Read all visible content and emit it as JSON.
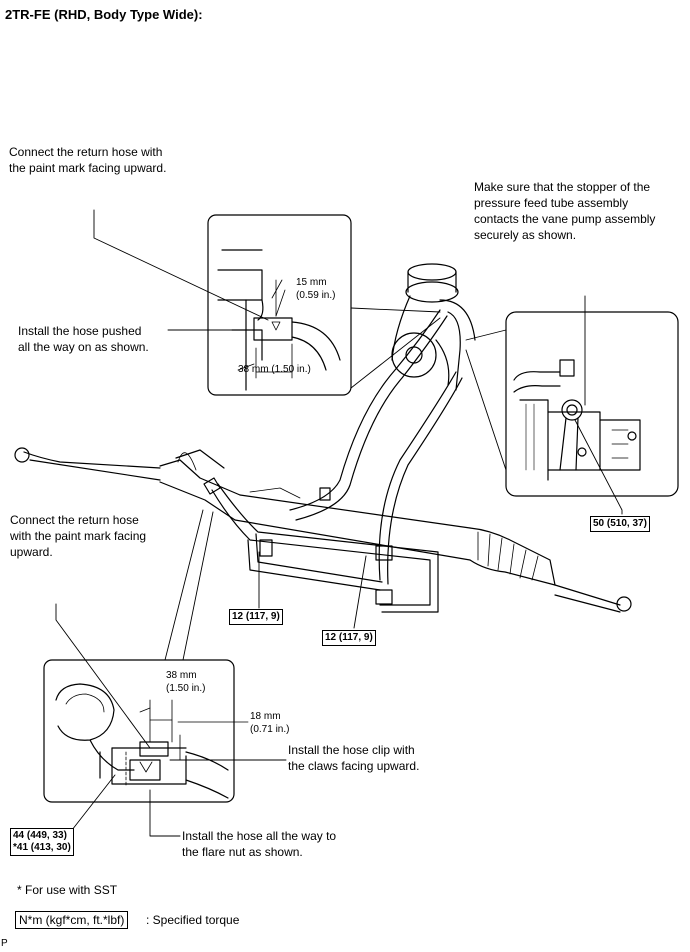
{
  "title": "2TR-FE (RHD, Body Type Wide):",
  "notes": {
    "return_hose_top": "Connect the return hose with\nthe paint mark facing upward.",
    "stopper": "Make sure that the stopper of the\npressure feed tube assembly\ncontacts the vane pump assembly\nsecurely as shown.",
    "install_pushed": "Install the hose pushed\nall the way on as shown.",
    "return_hose_left": "Connect the return hose\nwith the paint mark facing\nupward.",
    "hose_clip": "Install the hose clip with\nthe claws facing upward.",
    "flare_nut": "Install the hose all the way to\nthe flare nut as shown."
  },
  "dimensions": {
    "d15": "15 mm",
    "d15_in": "(0.59 in.)",
    "d38_top": "38 mm (1.50 in.)",
    "d38": "38 mm",
    "d38_in": "(1.50 in.)",
    "d18": "18 mm",
    "d18_in": "(0.71 in.)"
  },
  "torques": {
    "t50": "50 (510, 37)",
    "t12a": "12 (117, 9)",
    "t12b": "12 (117, 9)",
    "t44": "44 (449, 33)",
    "t41": "*41 (413, 30)"
  },
  "legend": {
    "sst_note": "* For use with SST",
    "unit_box": "N*m (kgf*cm, ft.*lbf)",
    "unit_desc": ": Specified torque"
  },
  "corner_mark": "P"
}
